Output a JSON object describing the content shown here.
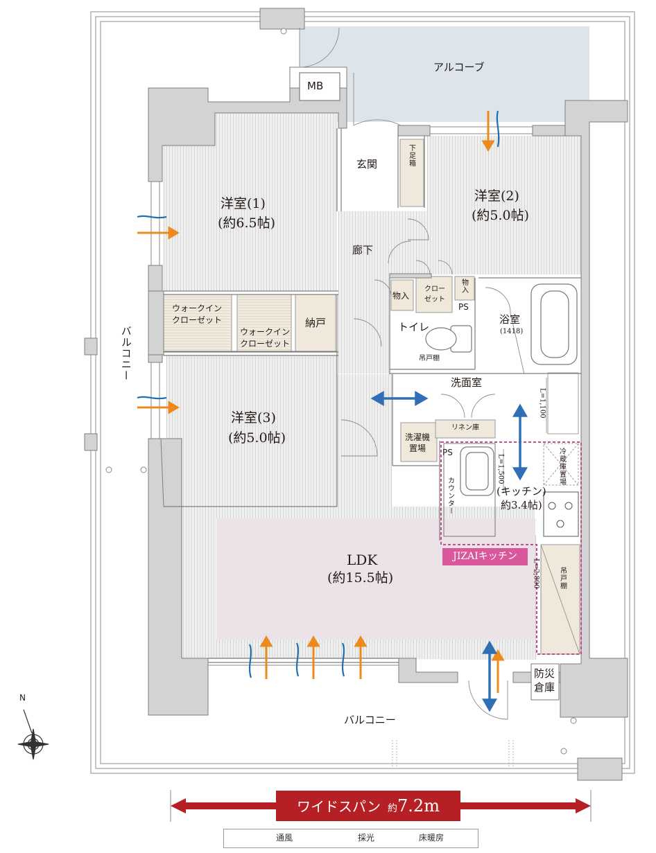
{
  "rooms": {
    "alcove": "アルコーブ",
    "mb": "MB",
    "genkan": "玄関",
    "shoes": "下足箱",
    "yoshitsu1_name": "洋室(1)",
    "yoshitsu1_size": "(約6.5帖)",
    "yoshitsu2_name": "洋室(2)",
    "yoshitsu2_size": "(約5.0帖)",
    "rouka": "廊下",
    "monoire_left": "物入",
    "closet_line1": "クロー",
    "closet_line2": "ゼット",
    "monoire_right": "物入",
    "ps_upper": "PS",
    "wic1_line1": "ウォークイン",
    "wic1_line2": "クローゼット",
    "wic2_line1": "ウォークイン",
    "wic2_line2": "クローゼット",
    "nando": "納戸",
    "toilet": "トイレ",
    "tsuridana_toilet": "吊戸棚",
    "bath_name": "浴室",
    "bath_size": "(1418)",
    "senmen": "洗面室",
    "yoshitsu3_name": "洋室(3)",
    "yoshitsu3_size": "(約5.0帖)",
    "washer_line1": "洗濯機",
    "washer_line2": "置場",
    "linen": "リネン庫",
    "ps_lower": "PS",
    "counter": "カウンター",
    "kitchen_name": "(キッチン)",
    "kitchen_size": "約3.4帖)",
    "fridge": "冷蔵庫置場",
    "jizai": "JIZAIキッチン",
    "tsuridana_kitchen": "吊戸棚",
    "ldk_name": "LDK",
    "ldk_size": "(約15.5帖)",
    "bousai_line1": "防災",
    "bousai_line2": "倉庫",
    "balcony_side": "バルコニー",
    "balcony_bottom": "バルコニー"
  },
  "dimensions": {
    "l1100": "L=1,100",
    "l1500": "L=1,500",
    "l2800": "L=2,800"
  },
  "compass": {
    "north": "N"
  },
  "wide_span": {
    "label": "ワイドスパン",
    "approx": "約",
    "value": "7.2m"
  },
  "legend": {
    "ventilation": "通風",
    "daylight": "採光",
    "floor_heating": "床暖房"
  },
  "colors": {
    "wall": "#d3d3d3",
    "wall_stroke": "#7d7d7d",
    "floor_hatch": "#a9a9a9",
    "alcove_fill": "#dde5ea",
    "floor_heating": "#ece2e7",
    "storage_fill": "#efe8db",
    "ventilation": "#1f6fb2",
    "daylight": "#ee8a1b",
    "double_arrow": "#2f6fb4",
    "kitchen_dash": "#c64b8c",
    "jizai_bg": "#d9589b",
    "wide_span": "#b61f24"
  }
}
